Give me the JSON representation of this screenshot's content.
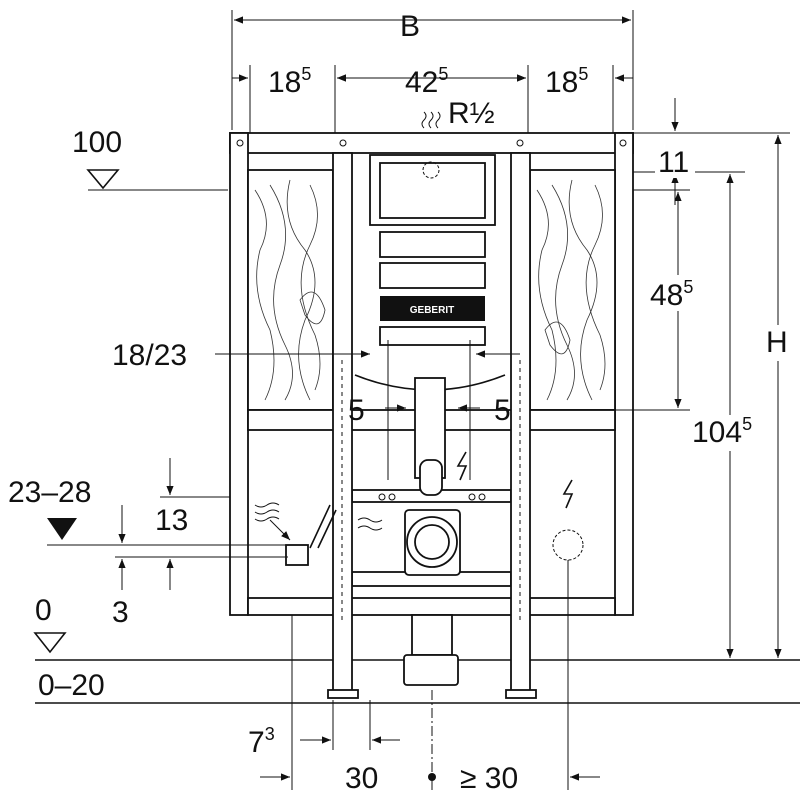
{
  "title": "Geberit installation frame dimension drawing",
  "logo_text": "GEBERIT",
  "labels": {
    "width_total": "B",
    "left_side": {
      "base": "18",
      "sup": "5"
    },
    "center": {
      "base": "42",
      "sup": "5"
    },
    "right_side": {
      "base": "18",
      "sup": "5"
    },
    "water_connection": "R½",
    "level_100": "100",
    "top_offset": "11",
    "panel_height": {
      "base": "48",
      "sup": "5"
    },
    "height_total": "H",
    "frame_height": {
      "base": "104",
      "sup": "5"
    },
    "flush_width": "18/23",
    "gap_left": "5",
    "gap_right": "5",
    "drain_level": "23–28",
    "drain_offset": "13",
    "drain_tolerance": "3",
    "floor_level": "0",
    "floor_range": "0–20",
    "leg_offset": {
      "base": "7",
      "sup": "3"
    },
    "leg_width": "30",
    "min_distance": "≥ 30"
  }
}
